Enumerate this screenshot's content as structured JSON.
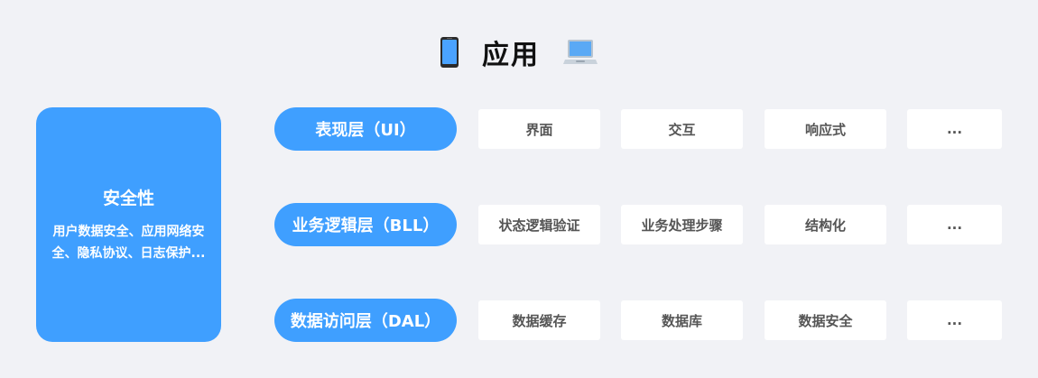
{
  "header": {
    "title": "应用"
  },
  "security": {
    "title": "安全性",
    "description": "用户数据安全、应用网络安全、隐私协议、日志保护..."
  },
  "layers": [
    {
      "name": "表现层（UI）",
      "items": [
        "界面",
        "交互",
        "响应式",
        "..."
      ]
    },
    {
      "name": "业务逻辑层（BLL）",
      "items": [
        "状态逻辑验证",
        "业务处理步骤",
        "结构化",
        "..."
      ]
    },
    {
      "name": "数据访问层（DAL）",
      "items": [
        "数据缓存",
        "数据库",
        "数据安全",
        "..."
      ]
    }
  ],
  "colors": {
    "background": "#f1f2f6",
    "accent": "#3f9fff",
    "cell_background": "#ffffff",
    "cell_text": "#555555"
  },
  "icons": {
    "left": "phone-icon",
    "right": "laptop-icon"
  }
}
